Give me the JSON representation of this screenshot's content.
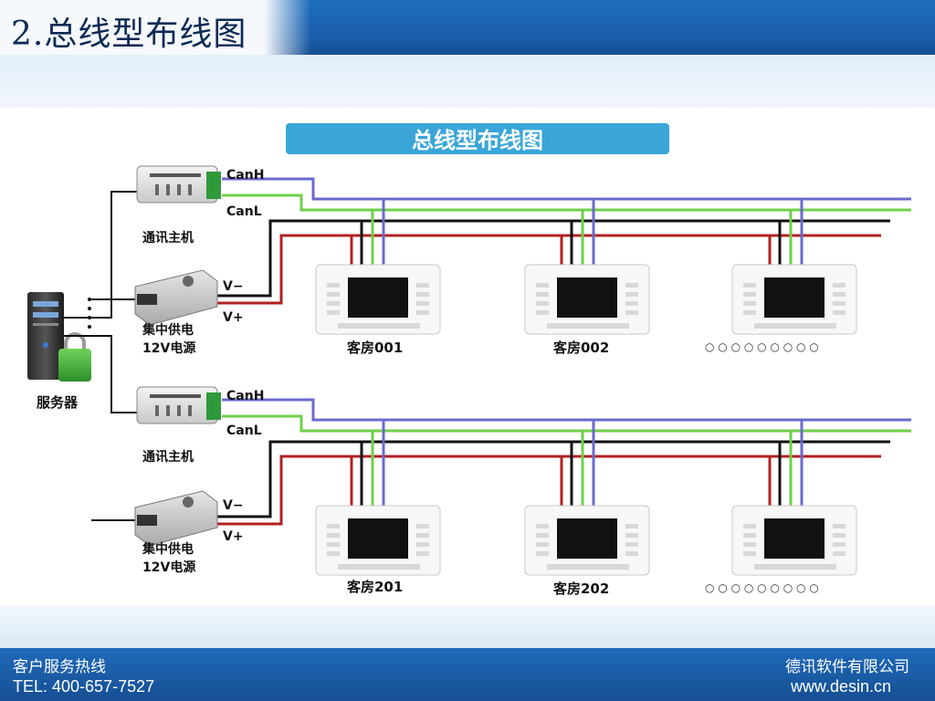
{
  "slide": {
    "title": "2.总线型布线图"
  },
  "diagram": {
    "banner": "总线型布线图",
    "server_label": "服务器",
    "groups": [
      {
        "host_label": "通讯主机",
        "psu_label_line1": "集中供电",
        "psu_label_line2": "12V电源",
        "canh": "CanH",
        "canl": "CanL",
        "vminus": "V−",
        "vplus": "V+",
        "room1": "客房001",
        "room2": "客房002",
        "ellipsis": "○ ○ ○ ○ ○ ○ ○ ○ ○"
      },
      {
        "host_label": "通讯主机",
        "psu_label_line1": "集中供电",
        "psu_label_line2": "12V电源",
        "canh": "CanH",
        "canl": "CanL",
        "vminus": "V−",
        "vplus": "V+",
        "room1": "客房201",
        "room2": "客房202",
        "ellipsis": "○ ○ ○ ○ ○ ○ ○ ○ ○"
      }
    ],
    "colors": {
      "canh": "#6a6acf",
      "canl": "#6fcf4a",
      "vminus": "#111111",
      "vplus": "#b32020",
      "banner_bg": "#3aa6d8"
    }
  },
  "footer": {
    "left_line1": "客户服务热线",
    "left_line2": "TEL: 400-657-7527",
    "right_line1": "德讯软件有限公司",
    "right_line2": "www.desin.cn"
  }
}
